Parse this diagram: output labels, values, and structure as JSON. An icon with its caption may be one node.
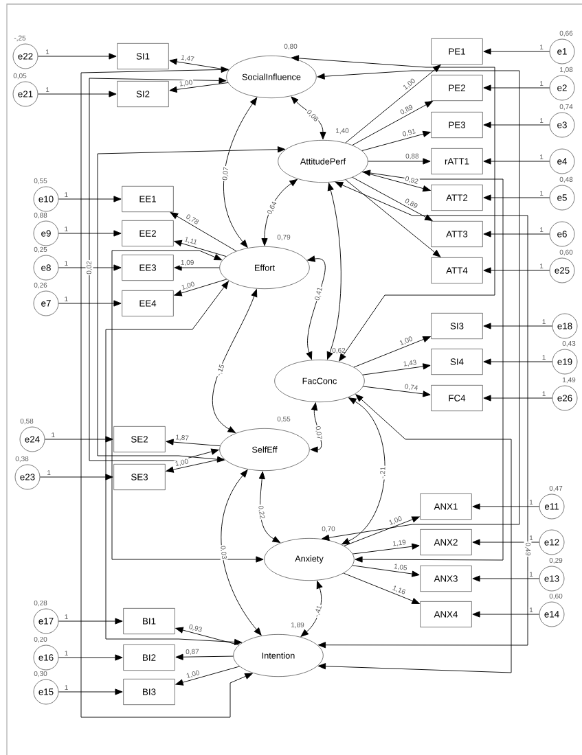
{
  "diagram": {
    "nodes": [
      {
        "text": [
          "SocialInfluence"
        ],
        "beside": [
          "0,80"
        ]
      },
      {
        "text": [
          "AttitudePerf"
        ],
        "beside": [
          "1,40"
        ]
      },
      {
        "text": [
          "Effort"
        ],
        "beside": [
          "0,79"
        ]
      },
      {
        "text": [
          "FacConc"
        ],
        "beside": [
          "0,62"
        ]
      },
      {
        "text": [
          "SelfEff"
        ],
        "beside": [
          "0,55"
        ]
      },
      {
        "text": [
          "Anxiety"
        ],
        "beside": [
          "0,70"
        ]
      },
      {
        "text": [
          "Intention"
        ],
        "beside": [
          "1,89"
        ]
      },
      {
        "text": [
          "SI1"
        ]
      },
      {
        "text": [
          "SI2"
        ]
      },
      {
        "text": [
          "EE1"
        ]
      },
      {
        "text": [
          "EE2"
        ]
      },
      {
        "text": [
          "EE3"
        ]
      },
      {
        "text": [
          "EE4"
        ]
      },
      {
        "text": [
          "SE2"
        ]
      },
      {
        "text": [
          "SE3"
        ]
      },
      {
        "text": [
          "BI1"
        ]
      },
      {
        "text": [
          "BI2"
        ]
      },
      {
        "text": [
          "BI3"
        ]
      },
      {
        "text": [
          "e22"
        ],
        "beside": [
          "-,25"
        ]
      },
      {
        "text": [
          "e21"
        ],
        "beside": [
          "0,05"
        ]
      },
      {
        "text": [
          "e10"
        ],
        "beside": [
          "0,55"
        ]
      },
      {
        "text": [
          "e9"
        ],
        "beside": [
          "0,88"
        ]
      },
      {
        "text": [
          "e8"
        ],
        "beside": [
          "0,25"
        ]
      },
      {
        "text": [
          "e7"
        ],
        "beside": [
          "0,26"
        ]
      },
      {
        "text": [
          "e24"
        ],
        "beside": [
          "0,58"
        ]
      },
      {
        "text": [
          "e23"
        ],
        "beside": [
          "0,38"
        ]
      },
      {
        "text": [
          "e17"
        ],
        "beside": [
          "0,28"
        ]
      },
      {
        "text": [
          "e16"
        ],
        "beside": [
          "0,20"
        ]
      },
      {
        "text": [
          "e15"
        ],
        "beside": [
          "0,30"
        ]
      },
      {
        "text": [
          "PE1"
        ]
      },
      {
        "text": [
          "PE2"
        ]
      },
      {
        "text": [
          "PE3"
        ]
      },
      {
        "text": [
          "rATT1"
        ]
      },
      {
        "text": [
          "ATT2"
        ]
      },
      {
        "text": [
          "ATT3"
        ]
      },
      {
        "text": [
          "ATT4"
        ]
      },
      {
        "text": [
          "SI3"
        ]
      },
      {
        "text": [
          "SI4"
        ]
      },
      {
        "text": [
          "FC4"
        ]
      },
      {
        "text": [
          "ANX1"
        ]
      },
      {
        "text": [
          "ANX2"
        ]
      },
      {
        "text": [
          "ANX3"
        ]
      },
      {
        "text": [
          "ANX4"
        ]
      },
      {
        "text": [
          "e1"
        ],
        "beside": [
          "0,66"
        ]
      },
      {
        "text": [
          "e2"
        ],
        "beside": [
          "1,08"
        ]
      },
      {
        "text": [
          "e3"
        ],
        "beside": [
          "0,74"
        ]
      },
      {
        "text": [
          "e4"
        ]
      },
      {
        "text": [
          "e5"
        ],
        "beside": [
          "0,48"
        ]
      },
      {
        "text": [
          "e6"
        ]
      },
      {
        "text": [
          "e25"
        ],
        "beside": [
          "0,60"
        ]
      },
      {
        "text": [
          "e18"
        ]
      },
      {
        "text": [
          "e19"
        ],
        "beside": [
          "0,43"
        ]
      },
      {
        "text": [
          "e26"
        ],
        "beside": [
          "1,49"
        ]
      },
      {
        "text": [
          "e11"
        ],
        "beside": [
          "0,47"
        ]
      },
      {
        "text": [
          "e12"
        ]
      },
      {
        "text": [
          "e13"
        ],
        "beside": [
          "0,29"
        ]
      },
      {
        "text": [
          "e14"
        ],
        "beside": [
          "0,60"
        ]
      }
    ],
    "edges": [
      {
        "from": 18,
        "to": 7,
        "arrow": "to",
        "label": "1"
      },
      {
        "from": 19,
        "to": 8,
        "arrow": "to",
        "label": "1"
      },
      {
        "from": 20,
        "to": 9,
        "arrow": "to",
        "label": "1"
      },
      {
        "from": 21,
        "to": 10,
        "arrow": "to",
        "label": "1"
      },
      {
        "from": 22,
        "to": 11,
        "arrow": "to",
        "label": "1"
      },
      {
        "from": 23,
        "to": 12,
        "arrow": "to",
        "label": "1"
      },
      {
        "from": 24,
        "to": 13,
        "arrow": "to",
        "label": "1"
      },
      {
        "from": 25,
        "to": 14,
        "arrow": "to",
        "label": "1"
      },
      {
        "from": 26,
        "to": 15,
        "arrow": "to",
        "label": "1"
      },
      {
        "from": 27,
        "to": 16,
        "arrow": "to",
        "label": "1"
      },
      {
        "from": 28,
        "to": 17,
        "arrow": "to",
        "label": "1"
      },
      {
        "from": 43,
        "to": 29,
        "arrow": "to",
        "label": "1"
      },
      {
        "from": 44,
        "to": 30,
        "arrow": "to",
        "label": "1"
      },
      {
        "from": 45,
        "to": 31,
        "arrow": "to",
        "label": "1"
      },
      {
        "from": 46,
        "to": 32,
        "arrow": "to",
        "label": "1"
      },
      {
        "from": 47,
        "to": 33,
        "arrow": "to",
        "label": "1"
      },
      {
        "from": 48,
        "to": 34,
        "arrow": "to",
        "label": "1"
      },
      {
        "from": 49,
        "to": 35,
        "arrow": "to",
        "label": "1"
      },
      {
        "from": 50,
        "to": 36,
        "arrow": "to",
        "label": "1"
      },
      {
        "from": 51,
        "to": 37,
        "arrow": "to",
        "label": "1"
      },
      {
        "from": 52,
        "to": 38,
        "arrow": "to",
        "label": "1"
      },
      {
        "from": 53,
        "to": 39,
        "arrow": "to",
        "label": "1"
      },
      {
        "from": 54,
        "to": 40,
        "arrow": "to",
        "label": "1"
      },
      {
        "from": 55,
        "to": 41,
        "arrow": "to",
        "label": "1"
      },
      {
        "from": 56,
        "to": 42,
        "arrow": "to",
        "label": "1"
      },
      {
        "from": 0,
        "to": 7,
        "arrow": "to",
        "label": "1,47"
      },
      {
        "from": 0,
        "to": 8,
        "arrow": "to",
        "label": "1,00"
      },
      {
        "from": 2,
        "to": 9,
        "arrow": "to",
        "label": "0,78"
      },
      {
        "from": 2,
        "to": 10,
        "arrow": "to",
        "label": "1,11"
      },
      {
        "from": 2,
        "to": 11,
        "arrow": "to",
        "label": "1,09"
      },
      {
        "from": 2,
        "to": 12,
        "arrow": "to",
        "label": "1,00"
      },
      {
        "from": 4,
        "to": 13,
        "arrow": "to",
        "label": "1,87"
      },
      {
        "from": 4,
        "to": 14,
        "arrow": "to",
        "label": "1,00"
      },
      {
        "from": 6,
        "to": 15,
        "arrow": "to",
        "label": "0,93"
      },
      {
        "from": 6,
        "to": 16,
        "arrow": "to",
        "label": "0,87"
      },
      {
        "from": 6,
        "to": 17,
        "arrow": "to",
        "label": "1,00"
      },
      {
        "from": 1,
        "to": 29,
        "arrow": "to",
        "label": "1,00"
      },
      {
        "from": 1,
        "to": 30,
        "arrow": "to",
        "label": "0,89"
      },
      {
        "from": 1,
        "to": 31,
        "arrow": "to",
        "label": "0,91"
      },
      {
        "from": 1,
        "to": 32,
        "arrow": "to",
        "label": "0,88"
      },
      {
        "from": 1,
        "to": 33,
        "arrow": "to",
        "label": "0,92"
      },
      {
        "from": 1,
        "to": 34,
        "arrow": "to",
        "label": "0,89"
      },
      {
        "from": 1,
        "to": 35,
        "arrow": "to"
      },
      {
        "from": 3,
        "to": 36,
        "arrow": "to",
        "label": "1,00"
      },
      {
        "from": 3,
        "to": 37,
        "arrow": "to",
        "label": "1,43"
      },
      {
        "from": 3,
        "to": 38,
        "arrow": "to",
        "label": "0,74"
      },
      {
        "from": 5,
        "to": 39,
        "arrow": "to",
        "label": "1,00"
      },
      {
        "from": 5,
        "to": 40,
        "arrow": "to",
        "label": "1,19"
      },
      {
        "from": 5,
        "to": 41,
        "arrow": "to",
        "label": "1,05"
      },
      {
        "from": 5,
        "to": 42,
        "arrow": "to",
        "label": "1,16"
      },
      {
        "from": 0,
        "to": 1,
        "arrow": "both",
        "label": "0,08"
      },
      {
        "from": 1,
        "to": 2,
        "arrow": "both",
        "label": "0,64"
      },
      {
        "from": 0,
        "to": 2,
        "arrow": "both",
        "label": "0,07"
      },
      {
        "from": 2,
        "to": 3,
        "arrow": "both",
        "label": "0,41"
      },
      {
        "from": 3,
        "to": 4,
        "arrow": "both",
        "label": "0,07"
      },
      {
        "from": 2,
        "to": 4,
        "arrow": "both",
        "label": "-,15"
      },
      {
        "from": 4,
        "to": 5,
        "arrow": "both",
        "label": "0,22"
      },
      {
        "from": 3,
        "to": 5,
        "arrow": "both",
        "label": "-,21"
      },
      {
        "from": 5,
        "to": 6,
        "arrow": "both",
        "label": "-,41"
      },
      {
        "from": 4,
        "to": 6,
        "arrow": "both",
        "label": "0,03"
      },
      {
        "from": 0,
        "to": 4,
        "arrow": "both",
        "label": "0,02"
      },
      {
        "from": 1,
        "to": 4,
        "arrow": "both"
      },
      {
        "from": 2,
        "to": 5,
        "arrow": "both"
      },
      {
        "from": 0,
        "to": 6,
        "arrow": "both"
      },
      {
        "from": 2,
        "to": 6,
        "arrow": "both"
      },
      {
        "from": 0,
        "to": 3,
        "arrow": "both"
      },
      {
        "from": 0,
        "to": 5,
        "arrow": "both"
      },
      {
        "from": 1,
        "to": 3,
        "arrow": "both"
      },
      {
        "from": 1,
        "to": 5,
        "arrow": "both"
      },
      {
        "from": 1,
        "to": 6,
        "arrow": "both",
        "label": "0,49"
      },
      {
        "from": 3,
        "to": 6,
        "arrow": "both"
      }
    ]
  }
}
